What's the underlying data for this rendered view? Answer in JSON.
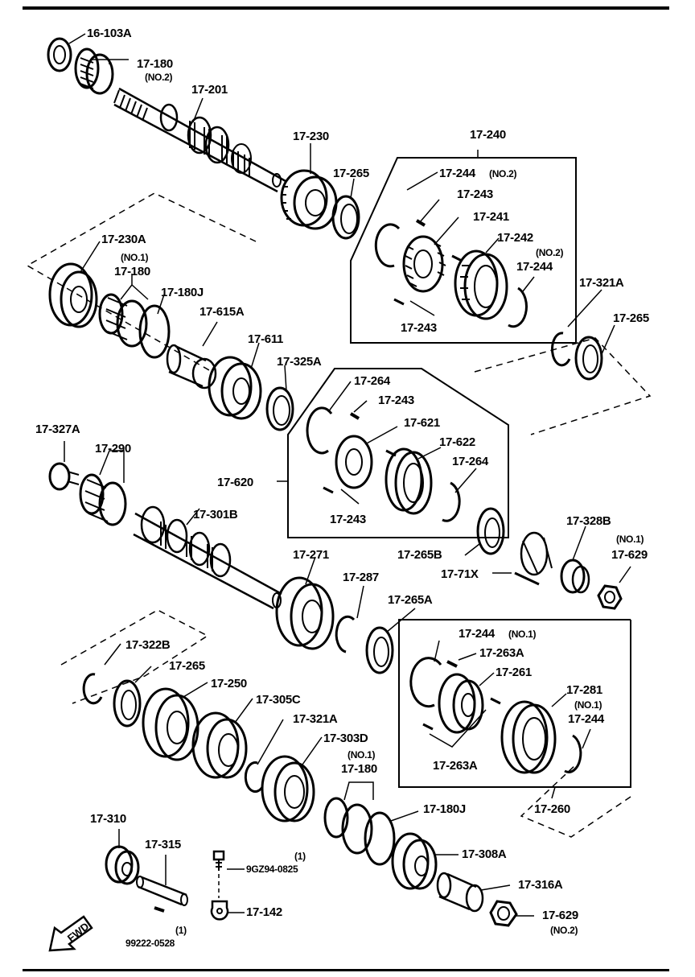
{
  "parts": {
    "p16_103A": "16-103A",
    "p17_180_top": "17-180",
    "p17_180_top_note": "(NO.2)",
    "p17_201": "17-201",
    "p17_230": "17-230",
    "p17_240": "17-240",
    "p17_265_a": "17-265",
    "p17_244_no2_a": "17-244",
    "p17_244_no2_a_note": "(NO.2)",
    "p17_243_a": "17-243",
    "p17_241": "17-241",
    "p17_242": "17-242",
    "p17_244_no2_b_note": "(NO.2)",
    "p17_244_no2_b": "17-244",
    "p17_243_b": "17-243",
    "p17_321A_a": "17-321A",
    "p17_265_b": "17-265",
    "p17_230A": "17-230A",
    "p17_180_mid_note": "(NO.1)",
    "p17_180_mid": "17-180",
    "p17_180J_a": "17-180J",
    "p17_615A": "17-615A",
    "p17_611": "17-611",
    "p17_325A": "17-325A",
    "p17_264_a": "17-264",
    "p17_243_c": "17-243",
    "p17_621": "17-621",
    "p17_622": "17-622",
    "p17_264_b": "17-264",
    "p17_620": "17-620",
    "p17_243_d": "17-243",
    "p17_327A": "17-327A",
    "p17_290": "17-290",
    "p17_301B": "17-301B",
    "p17_265B": "17-265B",
    "p17_328B": "17-328B",
    "p17_629_a_note": "(NO.1)",
    "p17_629_a": "17-629",
    "p17_71X": "17-71X",
    "p17_271": "17-271",
    "p17_287": "17-287",
    "p17_265A": "17-265A",
    "p17_322B": "17-322B",
    "p17_265_c": "17-265",
    "p17_250": "17-250",
    "p17_305C": "17-305C",
    "p17_321A_b": "17-321A",
    "p17_303D": "17-303D",
    "p17_180_low_note": "(NO.1)",
    "p17_180_low": "17-180",
    "p17_244_no1_a": "17-244",
    "p17_244_no1_a_note": "(NO.1)",
    "p17_263A_a": "17-263A",
    "p17_261": "17-261",
    "p17_281": "17-281",
    "p17_244_no1_b_note": "(NO.1)",
    "p17_244_no1_b": "17-244",
    "p17_263A_b": "17-263A",
    "p17_260": "17-260",
    "p17_180J_b": "17-180J",
    "p17_308A": "17-308A",
    "p17_310": "17-310",
    "p17_315": "17-315",
    "p9GZ_qty": "(1)",
    "p9GZ": "9GZ94-0825",
    "p17_142": "17-142",
    "p17_316A": "17-316A",
    "p17_629_b": "17-629",
    "p17_629_b_note": "(NO.2)",
    "p99222_qty": "(1)",
    "p99222": "99222-0528",
    "fwd": "FWD"
  },
  "colors": {
    "ink": "#000000",
    "paper": "#ffffff"
  }
}
